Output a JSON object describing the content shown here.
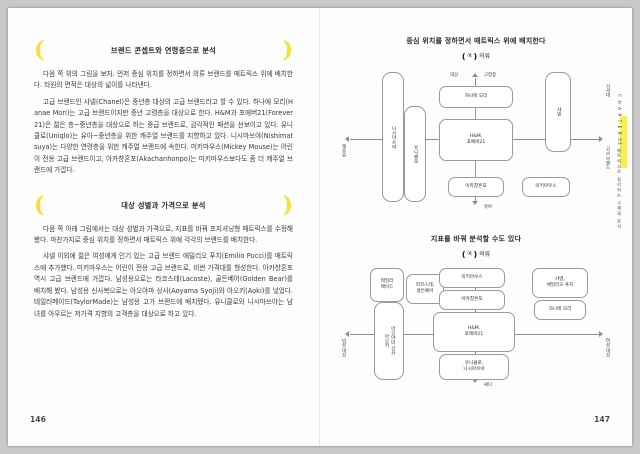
{
  "book": {
    "left_page_number": "146",
    "right_page_number": "147",
    "side_tab": "C H A P T E R  05   매트릭스로 정리하는 구체화·분석"
  },
  "left_page": {
    "section1": {
      "heading": "브랜드 콘셉트와 연령층으로 분석",
      "paragraphs": [
        "다음 쪽 위의 그림을 보자. 먼저 중심 위치를 정하면서 의류 브랜드를 매트릭스 위에 배치한다. 타원의 면적은 대상의 넓이를 나타낸다.",
        "고급 브랜드인 샤넬(Chanel)은 중년층 대상의 고급 브랜드라고 할 수 있다. 하나에 모리(Hanae Mori)는 고급 브랜드이지만 중년 고령층을 대상으로 한다. H&M과 포에버21(Forever21)은 젊은 층~중년층을 대상으로 하는 중급 브랜드로, 감각적인 패션을 선보이고 있다. 유니클로(Uniqlo)는 유아~중년층을 위한 캐주얼 브랜드를 지향하고 있다. 니시마쓰야(Nishimatsuya)는 다양한 연령층을 위한 캐주얼 브랜드에 속한다. 미키마우스(Mickey Mouse)는 어린이 전용 고급 브랜드이고, 아카챵혼포(Akachanhonpo)는 미키마우스보다도 좀 더 캐주얼 브랜드에 가깝다."
      ]
    },
    "section2": {
      "heading": "대상 성별과 가격으로 분석",
      "paragraphs": [
        "다음 쪽 아래 그림에서는 대상 성별과 가격으로, 지표를 바꿔 포지셔닝형 매트릭스를 수정해 봤다. 마찬가지로 중심 위치를 정하면서 매트릭스 위에 각각의 브랜드를 배치한다.",
        "샤넬 이외에 젊은 여성에게 인기 있는 고급 브랜드 에밀리오 푸치(Emilio Pucci)를 매트릭스에 추가했다. 미키마우스는 어린이 전용 고급 브랜드로, 비싼 가격대를 형성한다. 아카챵혼포 역시 고급 브랜드에 가깝다. 남성용으로는 라코스테(Lacoste), 골든베어(Golden Bear)를 배치해 봤다. 남성용 신사복으로는 아오야마 상사(Aoyama Syoji)와 아오키(Aoki)를 넣었다. 테일러메이드(TaylorMade)는 남성용 고가 브랜드에 배치됐다. 유니클로와 니시마쓰야는 남녀를 아우르는 저가격 지향의 고객층을 대상으로 하고 있다."
      ]
    }
  },
  "figure1": {
    "title": "중심 위치를 정하면서 매트릭스 위에 배치한다",
    "subtitle_paren_open": "(",
    "subtitle_ex": "예",
    "subtitle_paren_close": ")",
    "subtitle_label": "의류",
    "axis": {
      "y_name": "대상",
      "y_top": "고령층",
      "y_bottom": "유아",
      "x_left": "캐주얼",
      "x_right_name": "가격대",
      "x_right": "고급 브랜드"
    },
    "boxes": [
      {
        "label": "하나에 모리"
      },
      {
        "label": "H&M,\n포에버21"
      },
      {
        "label": "아카챵혼포"
      },
      {
        "label": "미키마우스"
      },
      {
        "label": "샤넬"
      },
      {
        "label": "니시마쓰야"
      },
      {
        "label": "유니클로"
      }
    ]
  },
  "figure2": {
    "title": "지표를 바꿔 분석할 수도 있다",
    "subtitle_paren_open": "(",
    "subtitle_ex": "예",
    "subtitle_paren_close": ")",
    "subtitle_label": "의류",
    "axis": {
      "y_name": "가격",
      "y_top": "비싸다",
      "y_bottom": "싸다",
      "x_left": "남성 대상",
      "x_right": "여성 대상"
    },
    "boxes": [
      {
        "label": "테일러\n메이드"
      },
      {
        "label": "라코스테,\n골든베어"
      },
      {
        "label": "미키마우스"
      },
      {
        "label": "아카챵혼포"
      },
      {
        "label": "샤넬,\n에밀리오 푸치"
      },
      {
        "label": "하나에 모리"
      },
      {
        "label": "H&M,\n포에버21"
      },
      {
        "label": "유니클로,\n니시마쓰야"
      },
      {
        "label": "아오야마 상사,\n아오키"
      }
    ]
  },
  "colors": {
    "highlight": "#f6ef55",
    "bracket": "#f5e03a",
    "line": "#9a9a9a",
    "paper": "#fdfdfb"
  }
}
